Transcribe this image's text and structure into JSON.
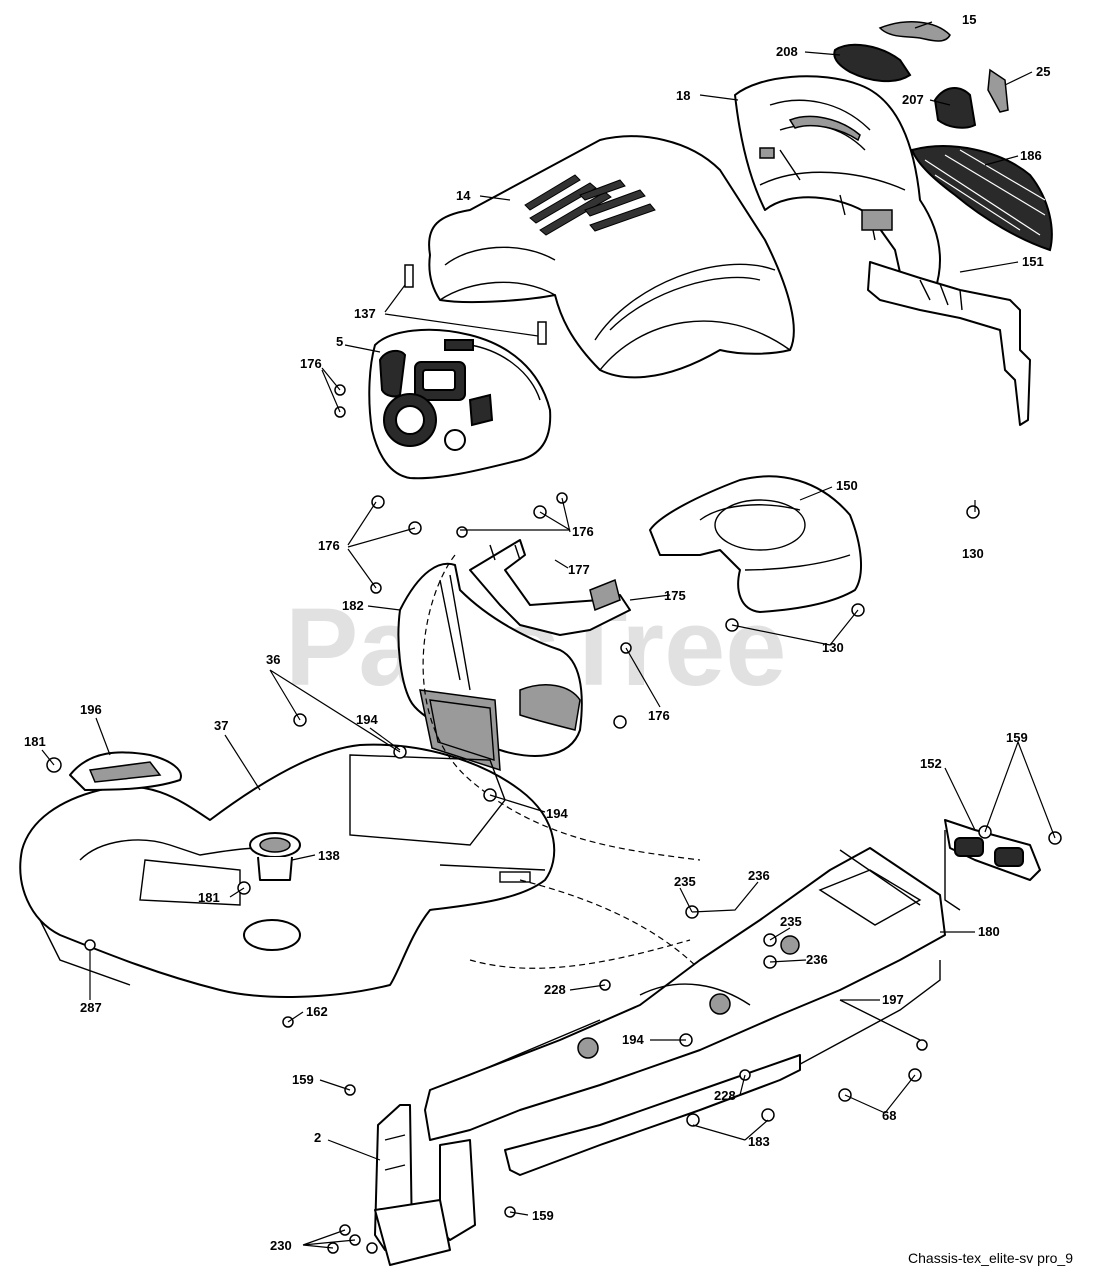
{
  "watermark": "PartsTree",
  "caption": "Chassis-tex_elite-sv pro_9",
  "callouts": {
    "c15": "15",
    "c208": "208",
    "c25": "25",
    "c18": "18",
    "c207": "207",
    "c186": "186",
    "c14": "14",
    "c137": "137",
    "c5": "5",
    "c176a": "176",
    "c151": "151",
    "c150": "150",
    "c176b": "176",
    "c176c": "176",
    "c177": "177",
    "c130a": "130",
    "c175": "175",
    "c182": "182",
    "c130b": "130",
    "c36": "36",
    "c176d": "176",
    "c196": "196",
    "c37": "37",
    "c194a": "194",
    "c181a": "181",
    "c159a": "159",
    "c152": "152",
    "c194b": "194",
    "c138": "138",
    "c181b": "181",
    "c235a": "235",
    "c236a": "236",
    "c180": "180",
    "c235b": "235",
    "c236b": "236",
    "c287": "287",
    "c228a": "228",
    "c197": "197",
    "c162": "162",
    "c194c": "194",
    "c159b": "159",
    "c228b": "228",
    "c68": "68",
    "c2": "2",
    "c183": "183",
    "c159c": "159",
    "c230": "230"
  }
}
